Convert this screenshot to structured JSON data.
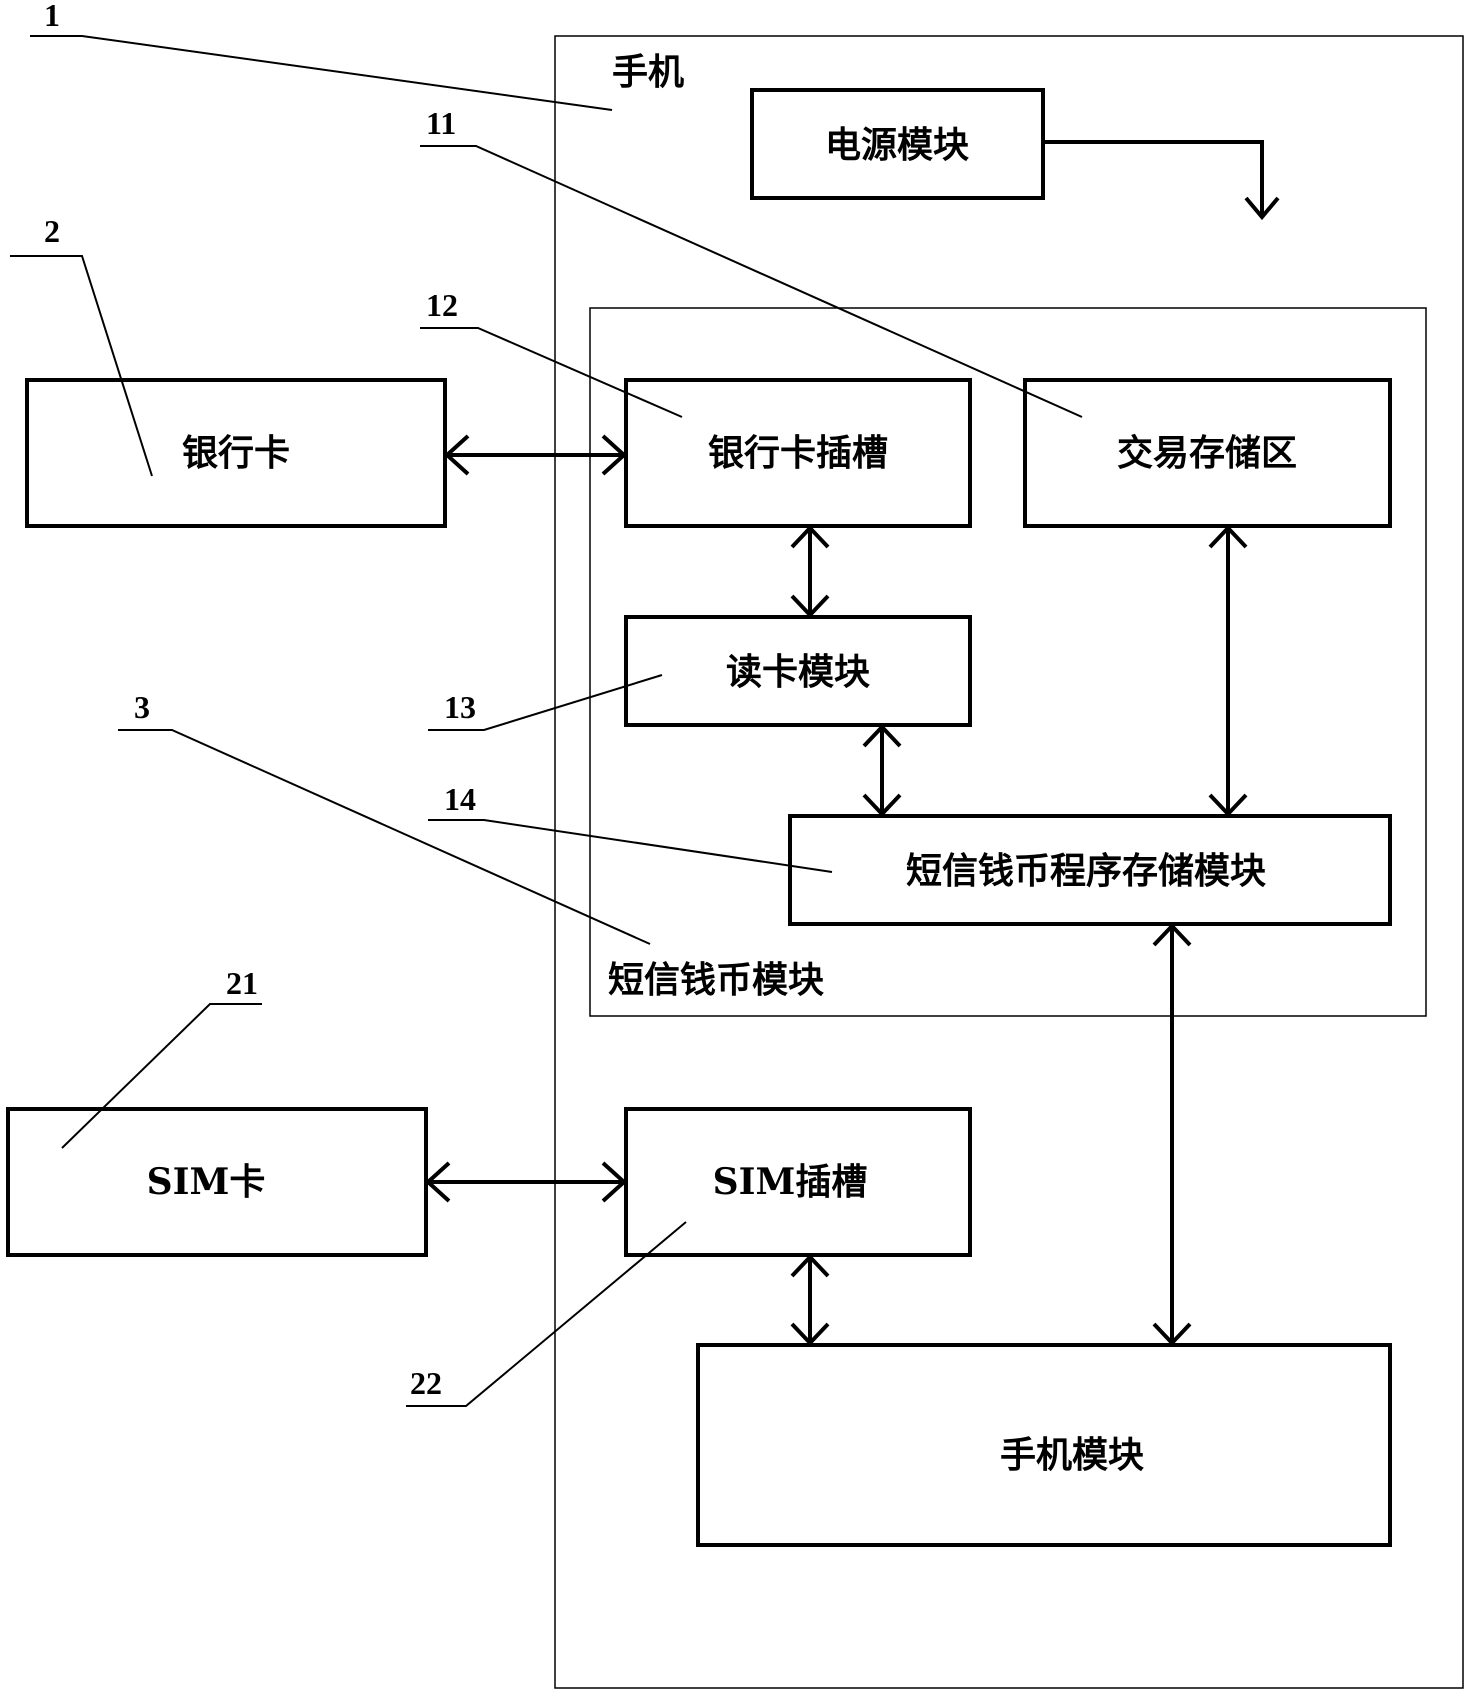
{
  "diagram": {
    "containers": {
      "phone_label": "手机",
      "sms_wallet_label": "短信钱币模块"
    },
    "blocks": {
      "power": "电源模块",
      "bank_card": "银行卡",
      "bank_card_slot": "银行卡插槽",
      "transaction_storage": "交易存储区",
      "card_reader": "读卡模块",
      "program_storage": "短信钱币程序存储模块",
      "sim_card": "SIM卡",
      "sim_slot": "SIM插槽",
      "phone_module": "手机模块"
    },
    "refs": {
      "r1": "1",
      "r11": "11",
      "r2": "2",
      "r12": "12",
      "r3": "3",
      "r13": "13",
      "r14": "14",
      "r21": "21",
      "r22": "22"
    },
    "connections": [
      {
        "from": "bank_card",
        "to": "bank_card_slot",
        "type": "bidirectional"
      },
      {
        "from": "bank_card_slot",
        "to": "card_reader",
        "type": "bidirectional"
      },
      {
        "from": "card_reader",
        "to": "program_storage",
        "type": "bidirectional"
      },
      {
        "from": "transaction_storage",
        "to": "program_storage",
        "type": "bidirectional"
      },
      {
        "from": "program_storage",
        "to": "phone_module",
        "type": "bidirectional"
      },
      {
        "from": "sim_card",
        "to": "sim_slot",
        "type": "bidirectional"
      },
      {
        "from": "sim_slot",
        "to": "phone_module",
        "type": "bidirectional"
      },
      {
        "from": "power",
        "to": "sms_wallet_module",
        "type": "directed"
      }
    ]
  }
}
